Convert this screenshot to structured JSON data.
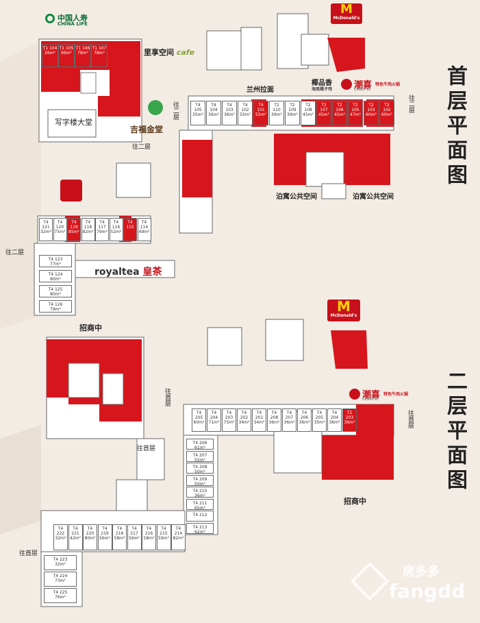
{
  "titles": {
    "floor1": "首层平面图",
    "floor2": "二层平面图"
  },
  "brands": {
    "china_life_cn": "中国人寿",
    "china_life_en": "CHINA LIFE",
    "lixiang_space": "里享空间",
    "lixiang_cafe": "cafe",
    "mcdonalds": "McDonald's",
    "lanzhou_lamian": "兰州拉面",
    "xiangpinxiang": "椰品香",
    "xiangpinxiang_sub": "海南椰子鸡",
    "chaoxi": "潮喜",
    "chaoxi_en": "CHAO·XI",
    "chaoxi_sub": "特色牛肉火锅",
    "jifu": "吉福金堂",
    "royaltea": "royaltea",
    "royaltea_cn": "皇茶"
  },
  "labels": {
    "office_lobby": "写字楼大堂",
    "to_2f_a": "往二层",
    "to_2f_b": "往二层",
    "to_2f_c": "往二层",
    "to_2f_d": "往二层",
    "to_1f_a": "往首层",
    "to_1f_b": "往首层",
    "to_1f_c": "往首层",
    "to_1f_d": "往首层",
    "public_space_a": "泊寓公共空间",
    "public_space_b": "泊寓公共空间",
    "leasing_a": "招商中",
    "leasing_b": "招商中"
  },
  "units_1f_top": [
    {
      "code": "T4 105",
      "area": "35m²"
    },
    {
      "code": "T4 104",
      "area": "36m²"
    },
    {
      "code": "T4 103",
      "area": "36m²"
    },
    {
      "code": "T4 102",
      "area": "55m²"
    },
    {
      "code": "T4 101",
      "area": "55m²"
    },
    {
      "code": "T2 110",
      "area": "39m²"
    },
    {
      "code": "T2 109",
      "area": "39m²"
    },
    {
      "code": "T2 108",
      "area": "45m²"
    },
    {
      "code": "T2 107",
      "area": "45m²"
    },
    {
      "code": "T2 106",
      "area": "45m²"
    },
    {
      "code": "T2 105",
      "area": "47m²"
    },
    {
      "code": "T2 103",
      "area": "60m²"
    },
    {
      "code": "T2 102",
      "area": "60m²"
    }
  ],
  "units_1f_left": [
    {
      "code": "T1 104",
      "area": "26m²"
    },
    {
      "code": "T1 105",
      "area": "96m²"
    },
    {
      "code": "T1 106",
      "area": "78m²"
    },
    {
      "code": "T1 107",
      "area": "78m²"
    }
  ],
  "units_1f_mid": [
    {
      "code": "T4 121",
      "area": "32m²"
    },
    {
      "code": "T4 120",
      "area": "75m²"
    },
    {
      "code": "T4 119",
      "area": "85m²"
    },
    {
      "code": "T4 118",
      "area": "82m²"
    },
    {
      "code": "T4 117",
      "area": "79m²"
    },
    {
      "code": "T4 116",
      "area": "52m²"
    },
    {
      "code": "T4 115",
      "area": ""
    },
    {
      "code": "T4 114",
      "area": "49m²"
    }
  ],
  "units_1f_bottom": [
    {
      "code": "T4 123",
      "area": "77m²"
    },
    {
      "code": "T4 124",
      "area": "80m²"
    },
    {
      "code": "T4 125",
      "area": "80m²"
    },
    {
      "code": "T4 126",
      "area": "79m²"
    }
  ],
  "units_2f_top": [
    {
      "code": "T4 205",
      "area": "60m²"
    },
    {
      "code": "T4 204",
      "area": "71m²"
    },
    {
      "code": "T4 203",
      "area": "75m²"
    },
    {
      "code": "T4 202",
      "area": "34m²"
    },
    {
      "code": "T4 201",
      "area": "34m²"
    },
    {
      "code": "T4 208",
      "area": "36m²"
    },
    {
      "code": "T4 207",
      "area": "36m²"
    },
    {
      "code": "T4 206",
      "area": "36m²"
    },
    {
      "code": "T4 205",
      "area": "35m²"
    },
    {
      "code": "T4 204",
      "area": "36m²"
    },
    {
      "code": "T2 203",
      "area": "36m²"
    }
  ],
  "units_2f_col": [
    {
      "code": "T4 206",
      "area": "61m²"
    },
    {
      "code": "T4 207",
      "area": "55m²"
    },
    {
      "code": "T4 208",
      "area": "50m²"
    },
    {
      "code": "T4 209",
      "area": "50m²"
    },
    {
      "code": "T4 210",
      "area": "36m²"
    },
    {
      "code": "T4 211",
      "area": "65m²"
    },
    {
      "code": "T4 212",
      "area": ""
    },
    {
      "code": "T4 213",
      "area": "62m²"
    }
  ],
  "units_2f_bottom": [
    {
      "code": "T4 222",
      "area": "32m²"
    },
    {
      "code": "T4 221",
      "area": "42m²"
    },
    {
      "code": "T4 220",
      "area": "80m²"
    },
    {
      "code": "T4 219",
      "area": "56m²"
    },
    {
      "code": "T4 218",
      "area": "58m²"
    },
    {
      "code": "T4 217",
      "area": "56m²"
    },
    {
      "code": "T4 216",
      "area": "58m²"
    },
    {
      "code": "T4 215",
      "area": "59m²"
    },
    {
      "code": "T4 214",
      "area": "82m²"
    }
  ],
  "units_2f_left": [
    {
      "code": "T4 223",
      "area": "32m²"
    },
    {
      "code": "T4 224",
      "area": "73m²"
    },
    {
      "code": "T4 225",
      "area": "76m²"
    }
  ],
  "watermark": {
    "cn": "房多多",
    "en": "fangdd"
  }
}
